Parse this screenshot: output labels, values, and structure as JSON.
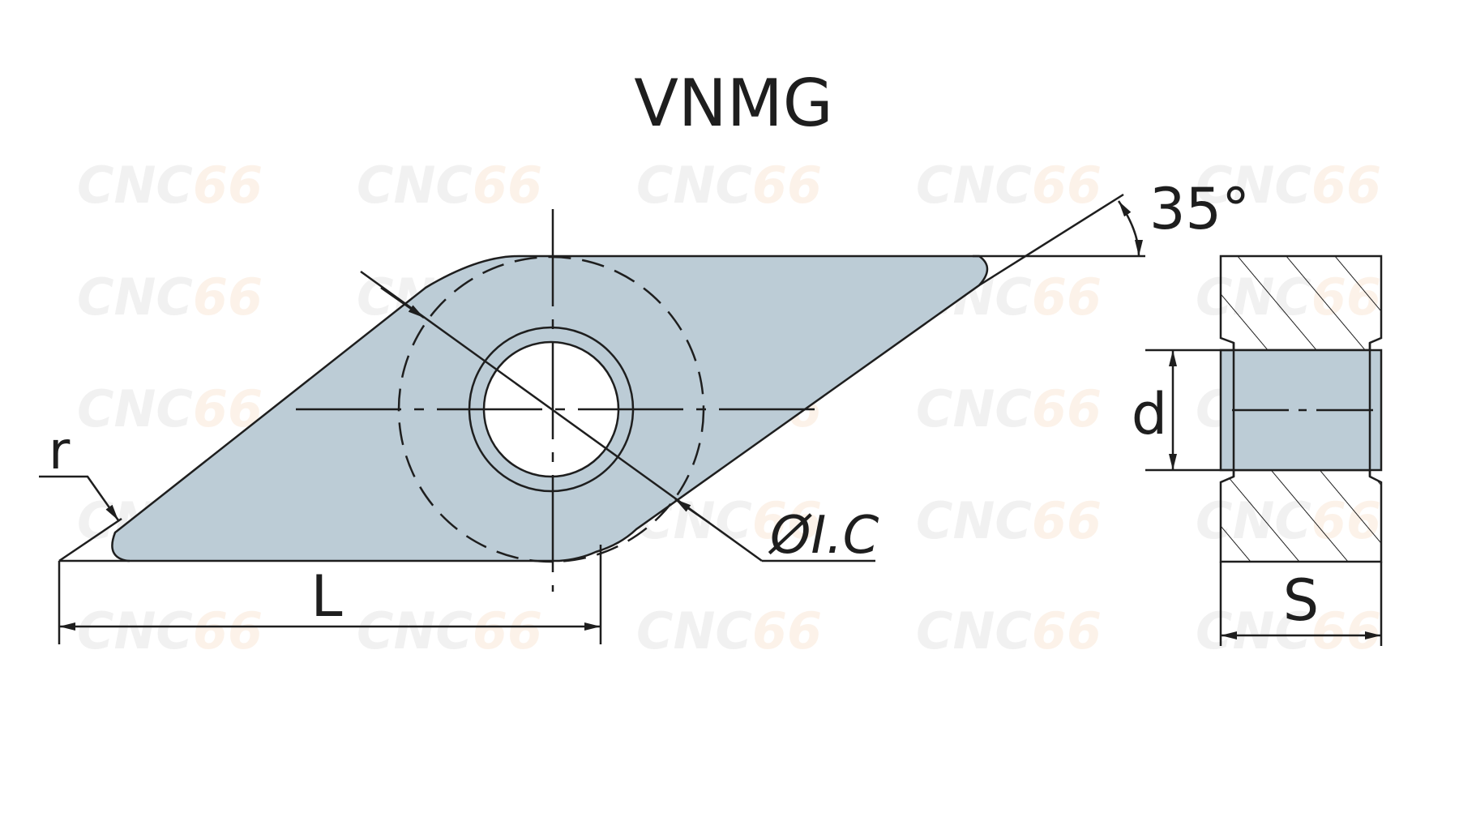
{
  "title": "VNMG",
  "watermark": {
    "text_cn": "CNC",
    "text_num": "66",
    "color_cn": "#d8d8d8",
    "color_num": "#f7dcc3"
  },
  "labels": {
    "angle": "35°",
    "radius": "r",
    "inscribed_circle": "ØI.C",
    "length": "L",
    "hole_diameter": "d",
    "thickness": "S"
  },
  "colors": {
    "insert_fill": "#bcccd6",
    "line": "#1e1e1e",
    "background": "#ffffff"
  }
}
